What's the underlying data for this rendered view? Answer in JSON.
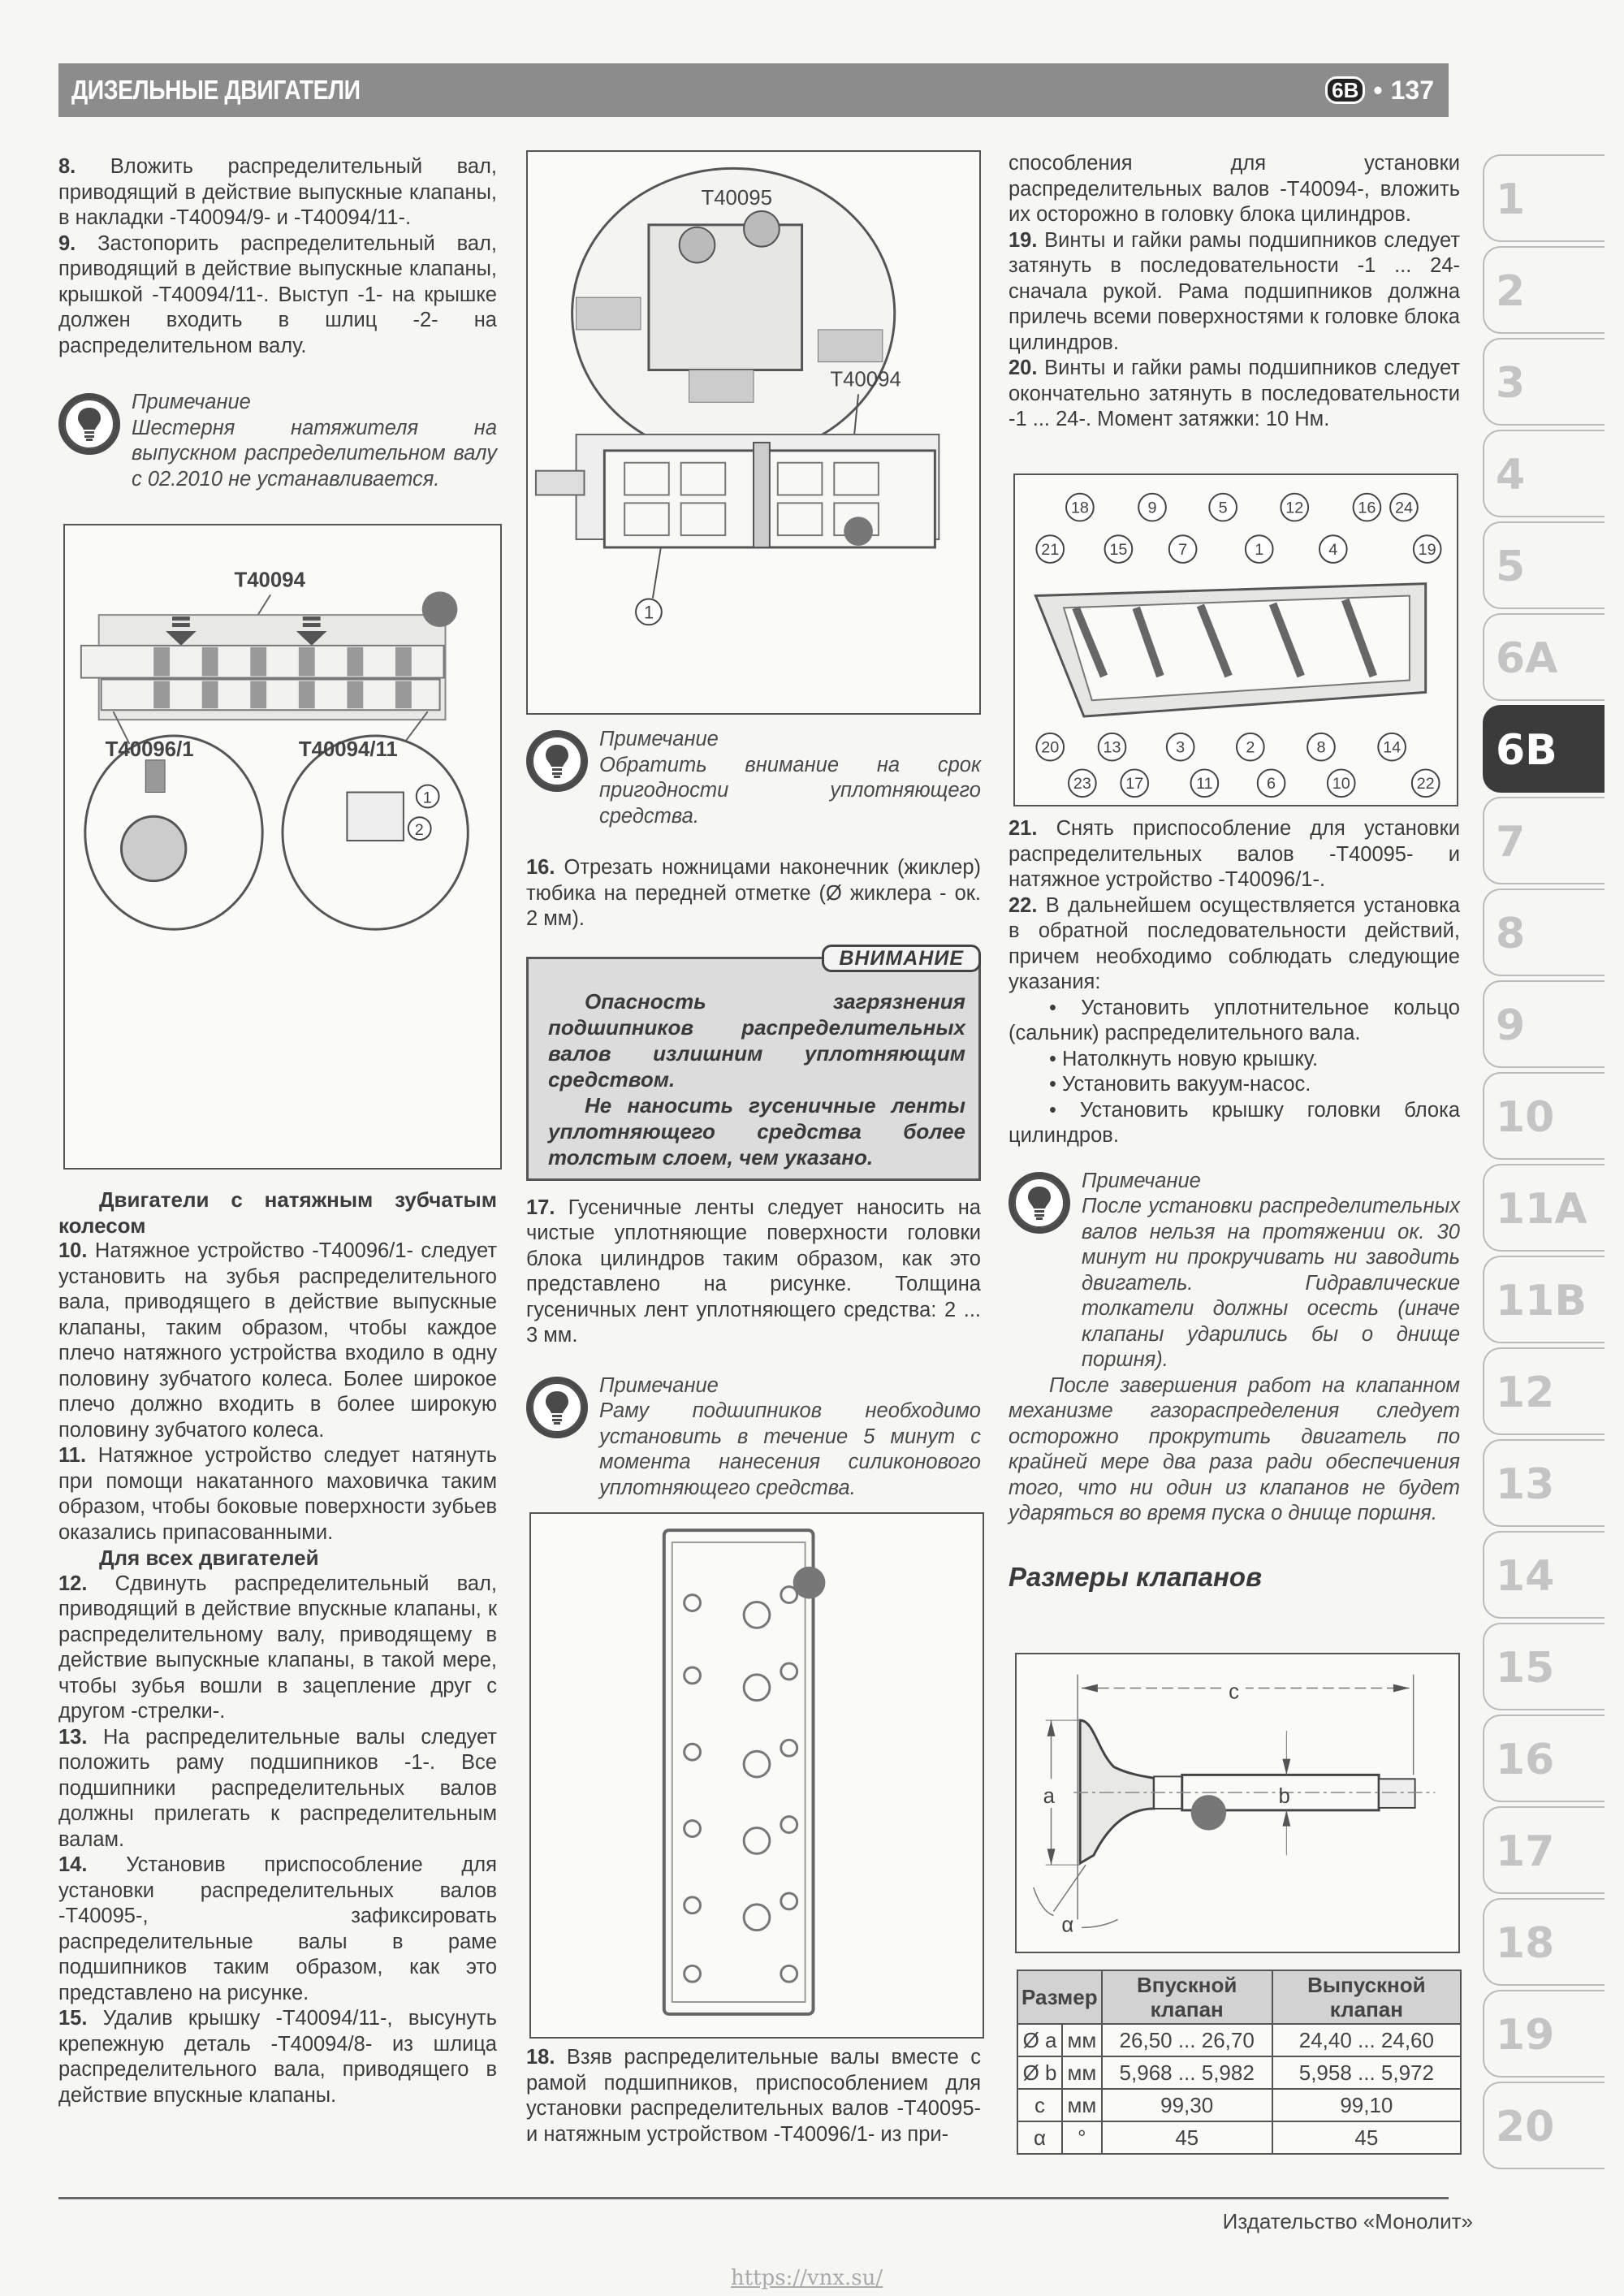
{
  "header": {
    "title": "ДИЗЕЛЬНЫЕ ДВИГАТЕЛИ",
    "chapter": "6B",
    "separator": "•",
    "page_number": "137"
  },
  "col1": {
    "step8_num": "8.",
    "step8": "Вложить распределительный вал, приводящий в действие выпускные клапаны, в накладки -Т40094/9- и -Т40094/11-.",
    "step9_num": "9.",
    "step9": "Застопорить распределительный вал, приводящий в действие выпускные клапаны, крышкой -Т40094/11-. Выступ -1- на крышке должен входить в шлиц -2- на распределительном валу.",
    "note1_title": "Примечание",
    "note1_text": "Шестерня натяжителя на выпускном распределительном валу с 02.2010 не устанавливается.",
    "heading_tension": "Двигатели с натяжным зубчатым колесом",
    "step10_num": "10.",
    "step10": "Натяжное устройство -Т40096/1- следует установить на зубья распределительного вала, приводящего в действие выпускные клапаны, таким образом, чтобы каждое плечо натяжного устройства входило в одну половину зубчатого колеса. Более широкое плечо должно входить в более широкую половину зубчатого колеса.",
    "step11_num": "11.",
    "step11": "Натяжное устройство следует натянуть при помощи накатанного маховичка таким образом, чтобы боковые поверхности зубьев оказались припасованными.",
    "heading_all": "Для всех двигателей",
    "step12_num": "12.",
    "step12": "Сдвинуть распределительный вал, приводящий в действие впускные клапаны, к распределительному валу, приводящему в действие выпускные клапаны, в такой мере, чтобы зубья вошли в зацепление друг с другом -стрелки-.",
    "step13_num": "13.",
    "step13": "На распределительные валы следует положить раму подшипников -1-. Все подшипники распределительных валов должны прилегать к распределительным валам.",
    "step14_num": "14.",
    "step14": "Установив приспособление для установки распределительных валов -Т40095-, зафиксировать распределительные валы в раме подшипников таким образом, как это представлено на рисунке.",
    "step15_num": "15.",
    "step15": "Удалив крышку -Т40094/11-, высунуть крепежную деталь -Т40094/8- из шлица распределительного вала, приводящего в действие впускные клапаны."
  },
  "figure1": {
    "label_main": "T40094",
    "label_left": "T40096/1",
    "label_right": "T40094/11",
    "callout_1": "1",
    "callout_2": "2"
  },
  "col2": {
    "note2_title": "Примечание",
    "note2_text": "Обратить внимание на срок пригодности уплотняющего средства.",
    "step16_num": "16.",
    "step16": "Отрезать ножницами наконечник (жиклер) тюбика на передней отметке (Ø жиклера - ок. 2 мм).",
    "warning_label": "ВНИМАНИЕ",
    "warning_p1": "Опасность загрязнения подшипников распределительных валов излишним уплотняющим средством.",
    "warning_p2": "Не наносить гусеничные ленты уплотняющего средства более толстым слоем, чем указано.",
    "step17_num": "17.",
    "step17": "Гусеничные ленты следует наносить на чистые уплотняющие поверхности головки блока цилиндров таким образом, как это представлено на рисунке. Толщина гусеничных лент уплотняющего средства: 2 ... 3 мм.",
    "note3_title": "Примечание",
    "note3_text": "Раму подшипников необходимо установить в течение 5 минут с момента нанесения силиконового уплотняющего средства.",
    "step18_num": "18.",
    "step18": "Взяв распределительные валы вместе с рамой подшипников, приспособлением для установки распределительных валов -Т40095- и натяжным устройством -Т40096/1- из при-"
  },
  "figure2": {
    "label_top": "T40095",
    "label_right": "T40094",
    "callout_1": "1"
  },
  "col3": {
    "step18_cont": "способления для установки распределительных валов -Т40094-, вложить их осторожно в головку блока цилиндров.",
    "step19_num": "19.",
    "step19": "Винты и гайки рамы подшипников следует затянуть в последовательности -1 ... 24- сначала рукой. Рама подшипников должна прилечь всеми поверхностями к головке блока цилиндров.",
    "step20_num": "20.",
    "step20": "Винты и гайки рамы подшипников следует окончательно затянуть в последовательности -1 ... 24-. Момент затяжки: 10 Нм.",
    "step21_num": "21.",
    "step21": "Снять приспособление для установки распределительных валов -Т40095- и натяжное устройство -Т40096/1-.",
    "step22_num": "22.",
    "step22": "В дальнейшем осуществляется установка в обратной последовательности действий, причем необходимо соблюдать следующие указания:",
    "bullets": [
      "Установить уплотнительное кольцо (сальник) распределительного вала.",
      "Натолкнуть новую крышку.",
      "Установить вакуум-насос.",
      "Установить крышку головки блока цилиндров."
    ],
    "note4_title": "Примечание",
    "note4_text": "После установки распределительных валов нельзя на протяжении ок. 30 минут ни прокручивать ни заводить двигатель. Гидравлические толкатели должны осесть (иначе клапаны ударились бы о днище поршня).",
    "note4_text2": "После завершения работ на клапанном механизме газораспределения следует осторожно прокрутить двигатель по крайней мере два раза ради обеспечиения того, что ни один из клапанов не будет ударяться во время пуска о днище поршня.",
    "section_title": "Размеры клапанов"
  },
  "figure3": {
    "top_row": [
      "18",
      "9",
      "5",
      "12",
      "16",
      "24"
    ],
    "second_row": [
      "21",
      "15",
      "7",
      "1",
      "4",
      "19"
    ],
    "third_row": [
      "20",
      "13",
      "3",
      "2",
      "8",
      "14"
    ],
    "bottom_row": [
      "23",
      "17",
      "11",
      "6",
      "10",
      "22"
    ]
  },
  "figure4": {
    "label_a": "a",
    "label_b": "b",
    "label_c": "c",
    "label_alpha": "α"
  },
  "valve_table": {
    "header": [
      "Размер",
      "Впускной клапан",
      "Выпускной клапан"
    ],
    "rows": [
      {
        "param": "Ø a",
        "unit": "мм",
        "intake": "26,50 ... 26,70",
        "exhaust": "24,40 ... 24,60"
      },
      {
        "param": "Ø b",
        "unit": "мм",
        "intake": "5,968 ... 5,982",
        "exhaust": "5,958 ... 5,972"
      },
      {
        "param": "c",
        "unit": "мм",
        "intake": "99,30",
        "exhaust": "99,10"
      },
      {
        "param": "α",
        "unit": "°",
        "intake": "45",
        "exhaust": "45"
      }
    ]
  },
  "side_tabs": [
    "1",
    "2",
    "3",
    "4",
    "5",
    "6A",
    "6B",
    "7",
    "8",
    "9",
    "10",
    "11A",
    "11B",
    "12",
    "13",
    "14",
    "15",
    "16",
    "17",
    "18",
    "19",
    "20"
  ],
  "active_tab": "6B",
  "footer": {
    "publisher": "Издательство «Монолит»",
    "watermark": "https://vnx.su/"
  }
}
